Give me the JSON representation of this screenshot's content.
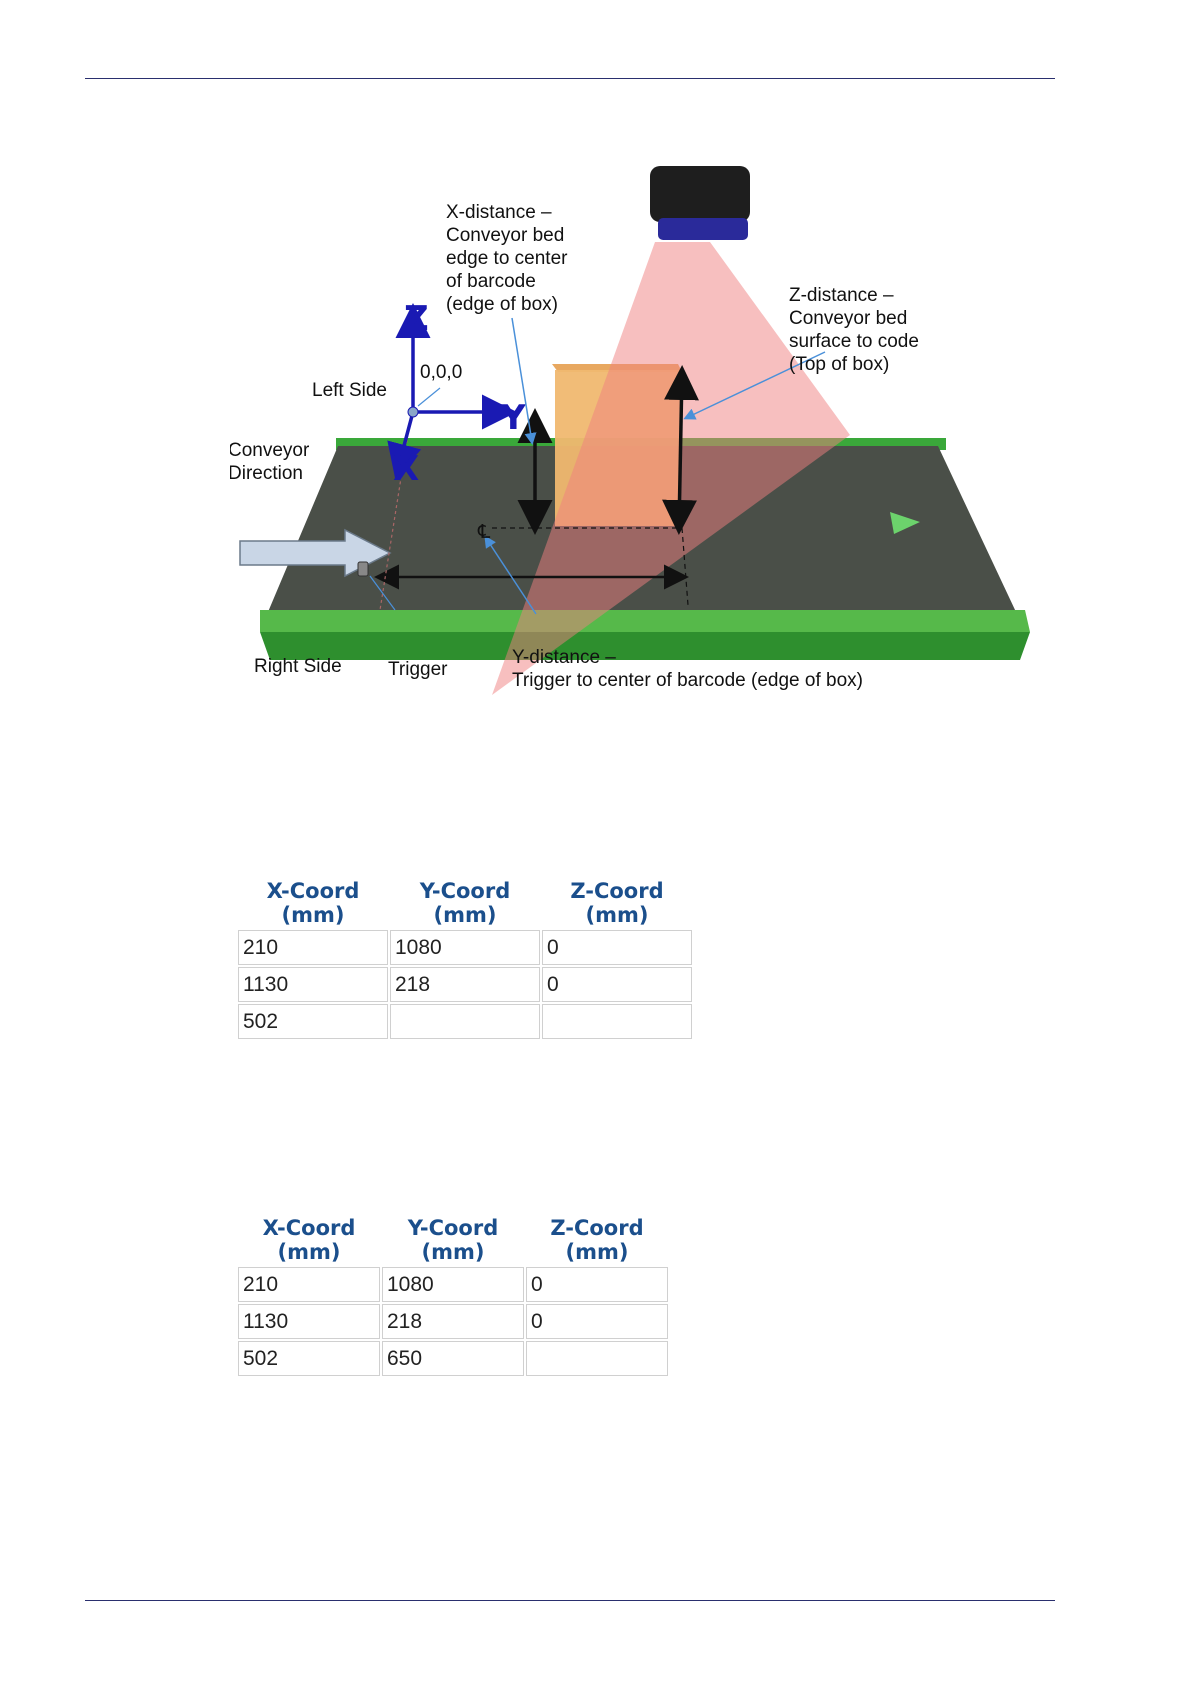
{
  "diagram": {
    "x_distance_label": [
      "X-distance –",
      "Conveyor bed",
      "edge to center",
      "of barcode",
      "(edge of box)"
    ],
    "z_distance_label": [
      "Z-distance –",
      "Conveyor bed",
      "surface to code",
      "(Top of box)"
    ],
    "y_distance_label": [
      "Y-distance –",
      "Trigger to center of barcode (edge of box)"
    ],
    "origin_label": "0,0,0",
    "left_side_label": "Left Side",
    "right_side_label": "Right Side",
    "conveyor_direction_label": [
      "Conveyor",
      "Direction"
    ],
    "trigger_label": "Trigger",
    "axis_x": "X",
    "axis_y": "Y",
    "axis_z": "Z",
    "centerline_symbol": "℄",
    "colors": {
      "conveyor_frame": "#3aa83a",
      "belt": "#4a4f48",
      "box": "#f0b870",
      "scan_beam": "#f4a0a0",
      "axes": "#1a1ab3",
      "leader_lines": "#4a90d9",
      "arrow": "#c9d6e6"
    }
  },
  "table_1": {
    "headers": [
      [
        "X-Coord",
        "(mm)"
      ],
      [
        "Y-Coord",
        "(mm)"
      ],
      [
        "Z-Coord",
        "(mm)"
      ]
    ],
    "rows": [
      [
        "210",
        "1080",
        "0"
      ],
      [
        "1130",
        "218",
        "0"
      ],
      [
        "502",
        "",
        ""
      ]
    ]
  },
  "table_2": {
    "headers": [
      [
        "X-Coord",
        "(mm)"
      ],
      [
        "Y-Coord",
        "(mm)"
      ],
      [
        "Z-Coord",
        "(mm)"
      ]
    ],
    "rows": [
      [
        "210",
        "1080",
        "0"
      ],
      [
        "1130",
        "218",
        "0"
      ],
      [
        "502",
        "650",
        ""
      ]
    ]
  }
}
